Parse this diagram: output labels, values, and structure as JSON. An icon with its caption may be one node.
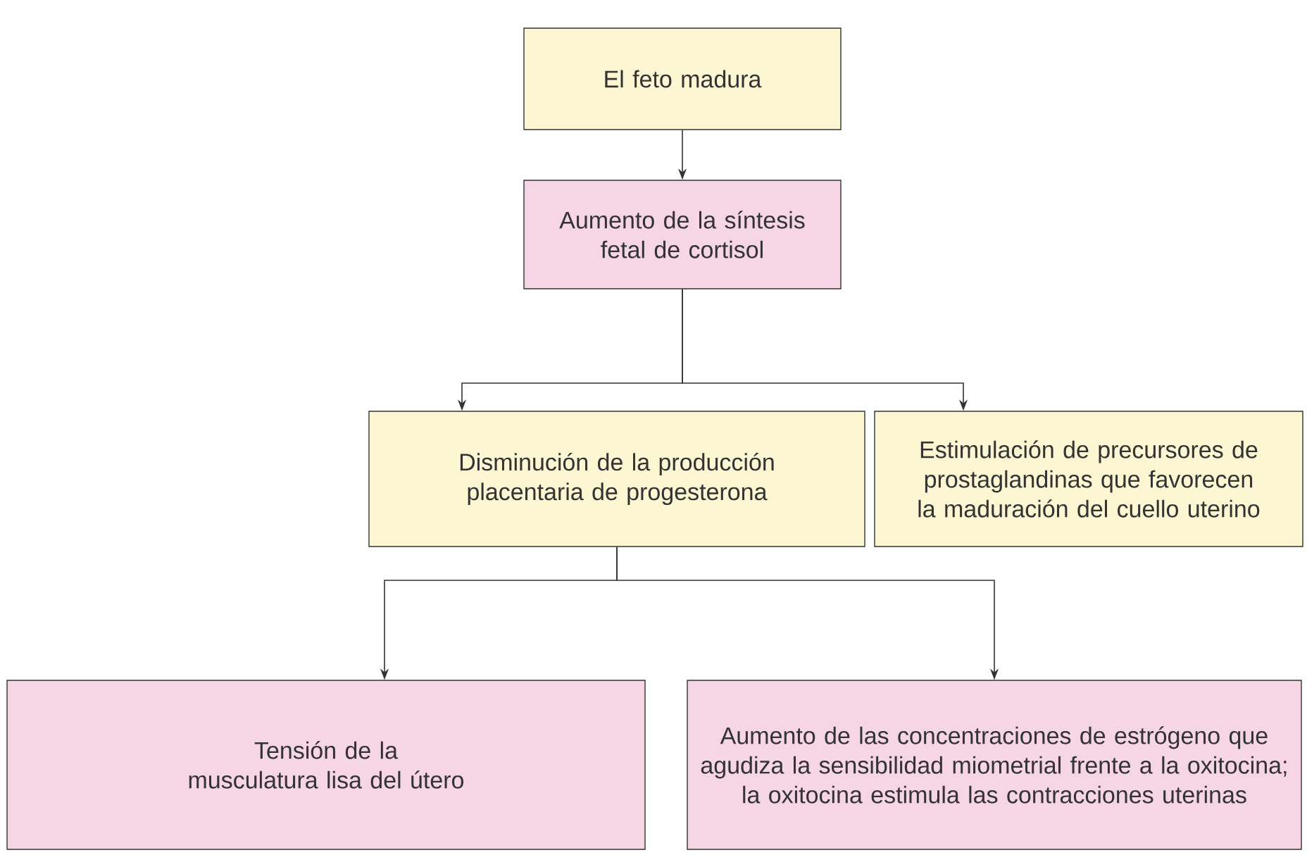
{
  "diagram": {
    "nodes": [
      {
        "text": [
          "El feto madura"
        ]
      },
      {
        "text": [
          "Aumento de la síntesis fetal de cortisol"
        ]
      },
      {
        "text": [
          "Disminución de la producción placentaria de progesterona"
        ]
      },
      {
        "text": [
          "Estimulación de precursores de prostaglandinas que favorecen la maduración del cuello uterino"
        ]
      },
      {
        "text": [
          "Tensión de la musculatura lisa del útero"
        ]
      },
      {
        "text": [
          "Aumento de las concentraciones de estrógeno que agudiza la sensibilidad miometrial frente a la oxitocina; la oxitocina estimula las contracciones uterinas"
        ]
      }
    ],
    "edges": [
      {
        "from": 0,
        "to": 1,
        "arrow": "to"
      },
      {
        "from": 1,
        "to": 2,
        "arrow": "to"
      },
      {
        "from": 1,
        "to": 3,
        "arrow": "to"
      },
      {
        "from": 2,
        "to": 4,
        "arrow": "to"
      },
      {
        "from": 2,
        "to": 5,
        "arrow": "to"
      }
    ]
  }
}
